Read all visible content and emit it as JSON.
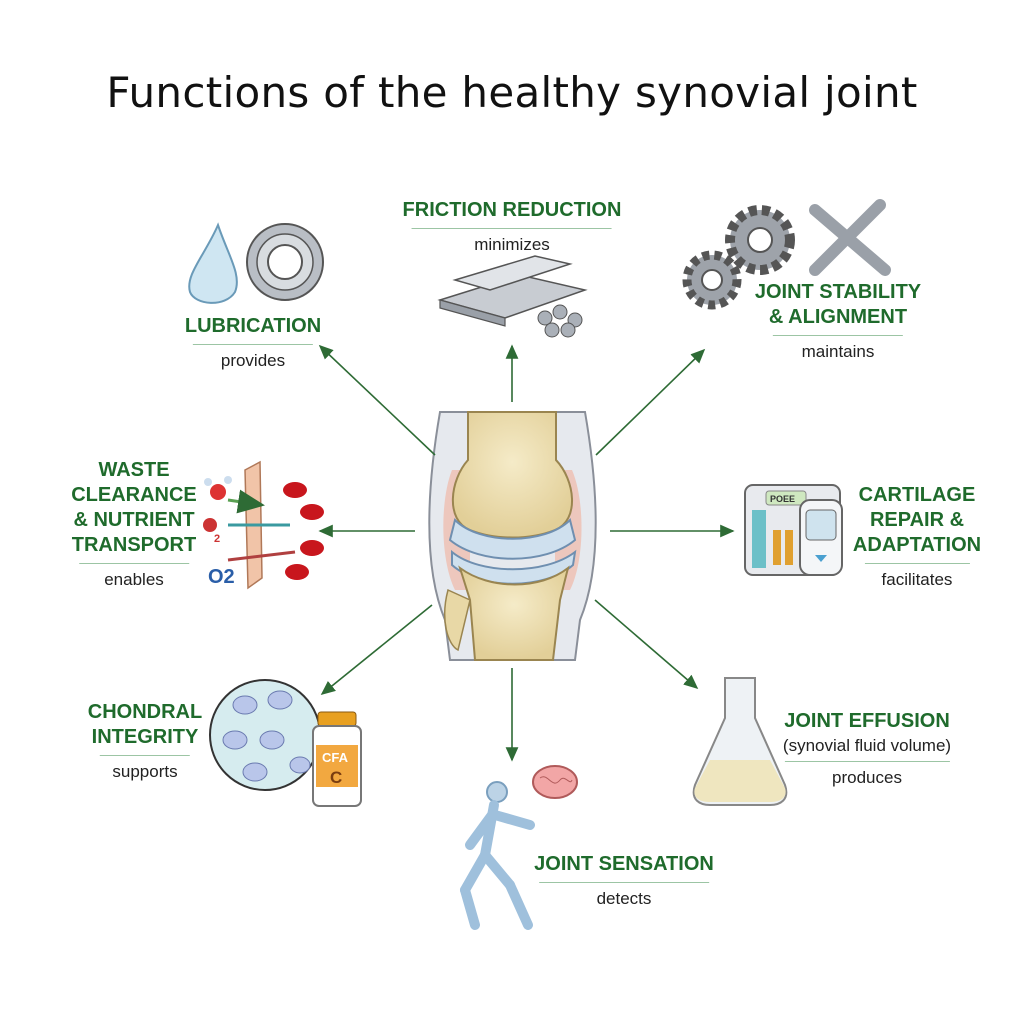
{
  "title": "Functions of the healthy synovial joint",
  "colors": {
    "heading": "#1f6b2c",
    "arrow": "#2e6b35",
    "bone": "#efe2b8",
    "cartilage": "#cfe0ee"
  },
  "functions": {
    "friction": {
      "heading": "FRICTION REDUCTION",
      "verb": "minimizes"
    },
    "lubrication": {
      "heading": "LUBRICATION",
      "verb": "provides"
    },
    "stability": {
      "heading_1": "JOINT STABILITY",
      "heading_2": "& ALIGNMENT",
      "verb": "maintains"
    },
    "waste": {
      "heading_1": "WASTE",
      "heading_2": "CLEARANCE",
      "heading_3": "& NUTRIENT",
      "heading_4": "TRANSPORT",
      "verb": "enables",
      "icon_labels": [
        "O2",
        "O2"
      ]
    },
    "cartilage": {
      "heading_1": "CARTILAGE",
      "heading_2": "REPAIR &",
      "heading_3": "ADAPTATION",
      "verb": "facilitates",
      "device_label": "POEE"
    },
    "chondral": {
      "heading_1": "CHONDRAL",
      "heading_2": "INTEGRITY",
      "verb": "supports",
      "jar_label_1": "CFA",
      "jar_label_2": "C"
    },
    "effusion": {
      "heading": "JOINT EFFUSION",
      "subheading": "(synovial fluid volume)",
      "verb": "produces"
    },
    "sensation": {
      "heading": "JOINT SENSATION",
      "verb": "detects"
    }
  }
}
